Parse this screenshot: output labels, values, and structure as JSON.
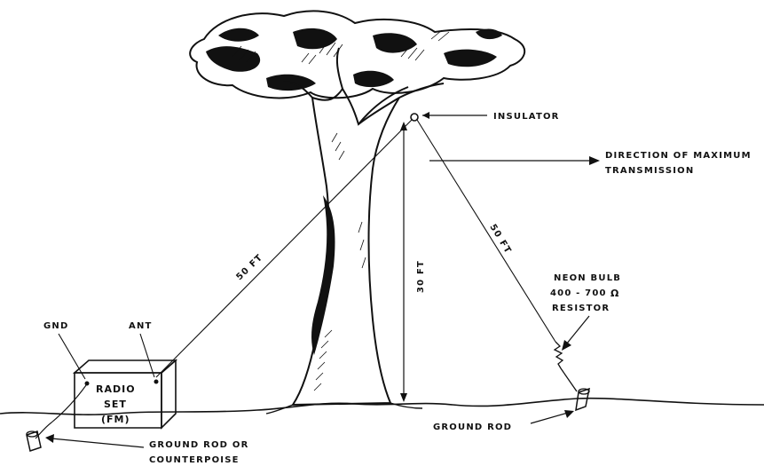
{
  "colors": {
    "ink": "#111111",
    "paper": "#ffffff"
  },
  "labels": {
    "insulator": "INSULATOR",
    "direction_line1": "DIRECTION OF MAXIMUM",
    "direction_line2": "TRANSMISSION",
    "left_wire": "50 FT",
    "right_wire": "50 FT",
    "height": "30 FT",
    "neon_line1": "NEON BULB",
    "neon_line2": "400 - 700",
    "ohm_symbol": "Ω",
    "neon_line3": "RESISTOR",
    "gnd": "GND",
    "ant": "ANT",
    "radio_line1": "RADIO",
    "radio_line2": "SET",
    "radio_line3": "(FM)",
    "ground_rod_right": "GROUND ROD",
    "ground_rod_left_line1": "GROUND ROD OR",
    "ground_rod_left_line2": "COUNTERPOISE"
  },
  "icons": [
    "tree",
    "insulator",
    "radio-set",
    "ground-rod",
    "resistor"
  ]
}
